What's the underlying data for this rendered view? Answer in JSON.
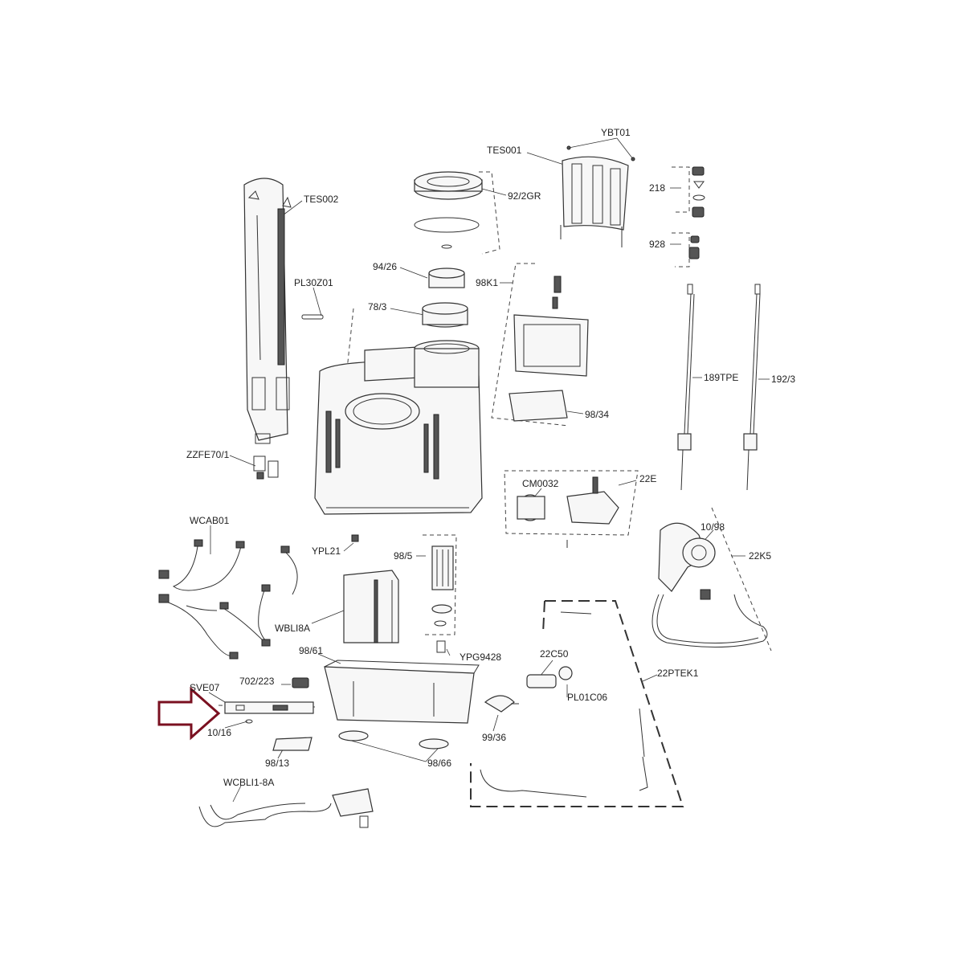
{
  "labels": {
    "ybt01": "YBT01",
    "tes001": "TES001",
    "p218": "218",
    "p9226r": "92/2GR",
    "tes002": "TES002",
    "p928": "928",
    "p9426": "94/26",
    "p98k1": "98K1",
    "pl30z01": "PL30Z01",
    "p783": "78/3",
    "p189tpe": "189TPE",
    "p1923": "192/3",
    "p9834": "98/34",
    "zzfe701": "ZZFE70/1",
    "cm0032": "CM0032",
    "p22e": "22E",
    "wcab01": "WCAB01",
    "p1098": "10/98",
    "ypl21": "YPL21",
    "p985": "98/5",
    "p22k5": "22K5",
    "wbli8a": "WBLI8A",
    "p9861": "98/61",
    "ypg9428": "YPG9428",
    "p22c50": "22C50",
    "p22ptek1": "22PTEK1",
    "p702223": "702/223",
    "sve07": "SVE07",
    "pl01c06": "PL01C06",
    "p1016": "10/16",
    "p9936": "99/36",
    "p9813": "98/13",
    "p9866": "98/66",
    "wcbli18a": "WCBLI1-8A"
  },
  "colors": {
    "line": "#333333",
    "highlight_arrow": "#7a1020",
    "background": "#ffffff"
  },
  "highlight": {
    "icon": "right-arrow-outline",
    "points_to": "SVE07"
  }
}
